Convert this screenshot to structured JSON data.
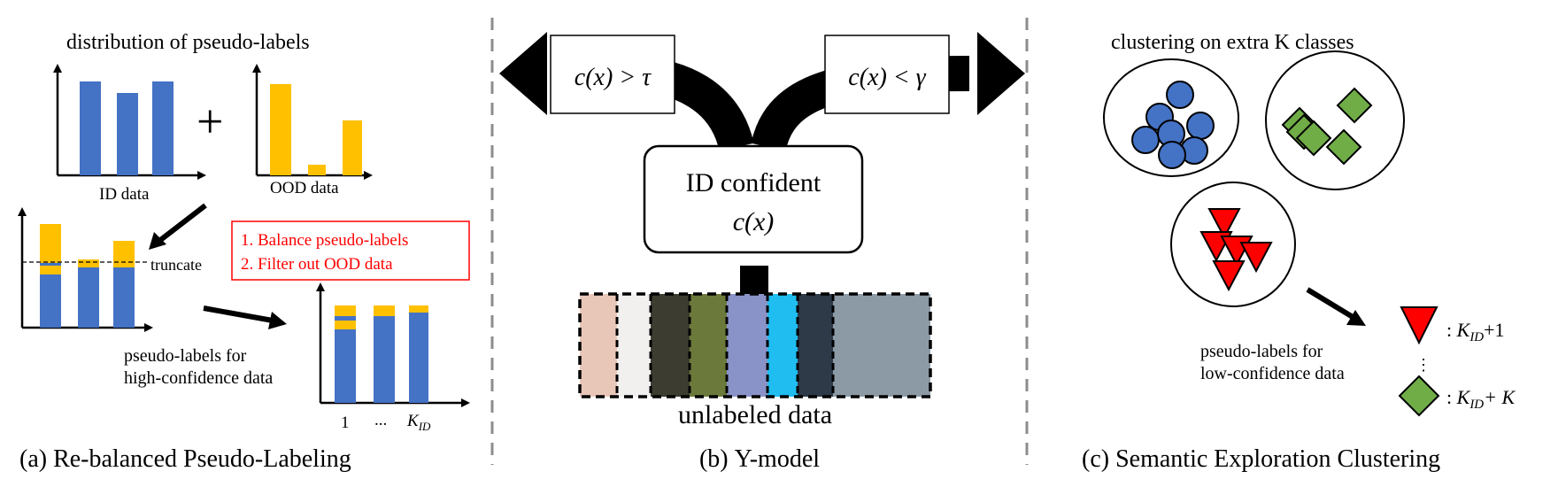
{
  "panel_a": {
    "title": "distribution of pseudo-labels",
    "id_label": "ID data",
    "ood_label": "OOD data",
    "plus": "+",
    "truncate": "truncate",
    "steps": [
      "1.   Balance pseudo-labels",
      "2.   Filter out OOD data"
    ],
    "high_conf_line1": "pseudo-labels for",
    "high_conf_line2": "high-confidence data",
    "tick_first": "1",
    "tick_dots": "...",
    "tick_last_base": "K",
    "tick_last_sub": "ID",
    "caption": "(a) Re-balanced Pseudo-Labeling"
  },
  "panel_b": {
    "left_arrow": "c(x) > τ",
    "right_arrow": "c(x) < γ",
    "box_line1": "ID confident",
    "box_line2": "c(x)",
    "images_label": "unlabeled data",
    "caption": "(b) Υ-model"
  },
  "panel_c": {
    "title": "clustering on extra K classes",
    "low_conf_line1": "pseudo-labels for",
    "low_conf_line2": "low-confidence data",
    "legend_top_prefix": ": ",
    "legend_top_base": "K",
    "legend_top_sub": "ID",
    "legend_top_suffix": "+1",
    "legend_bottom_prefix": ": ",
    "legend_bottom_base": "K",
    "legend_bottom_sub": "ID",
    "legend_bottom_suffix": "+ K",
    "legend_vdots": "⋮",
    "caption": "(c) Semantic Exploration Clustering"
  },
  "colors": {
    "id_blue": "#4472C4",
    "ood_yellow": "#FFC000",
    "cluster_green": "#70AD47",
    "cluster_red": "#FF0000",
    "step_red": "#FF0000",
    "divider_gray": "#8c8c8c"
  },
  "icons": [
    "arrow-icon",
    "circle-icon",
    "diamond-icon",
    "triangle-icon"
  ]
}
